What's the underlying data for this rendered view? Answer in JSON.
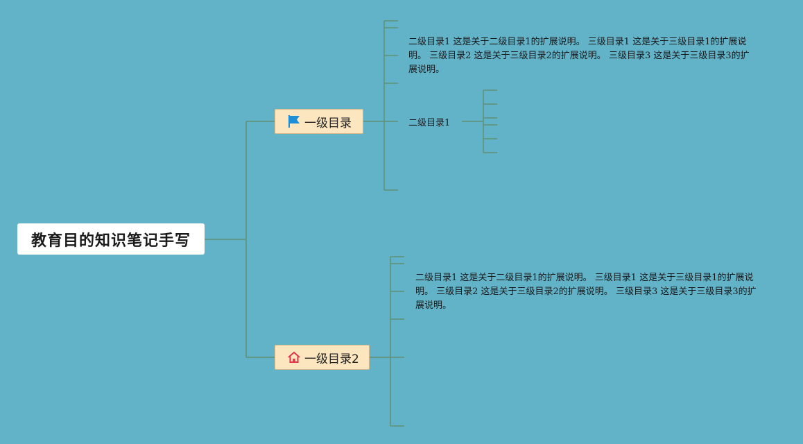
{
  "root": {
    "title": "教育目的知识笔记手写"
  },
  "branches": [
    {
      "label": "一级目录",
      "icon": "flag-icon",
      "description": "二级目录1 这是关于二级目录1的扩展说明。 三级目录1 这是关于三级目录1的扩展说明。 三级目录2 这是关于三级目录2的扩展说明。 三级目录3 这是关于三级目录3的扩展说明。",
      "child_label": "二级目录1"
    },
    {
      "label": "一级目录2",
      "icon": "home-icon",
      "description": "二级目录1 这是关于二级目录1的扩展说明。 三级目录1 这是关于三级目录1的扩展说明。 三级目录2 这是关于三级目录2的扩展说明。 三级目录3 这是关于三级目录3的扩展说明。"
    }
  ],
  "colors": {
    "background": "#62b2c8",
    "line": "#5f8f76",
    "level1_fill": "#fce6bf",
    "flag": "#1e8fd6",
    "home": "#e0344a"
  }
}
